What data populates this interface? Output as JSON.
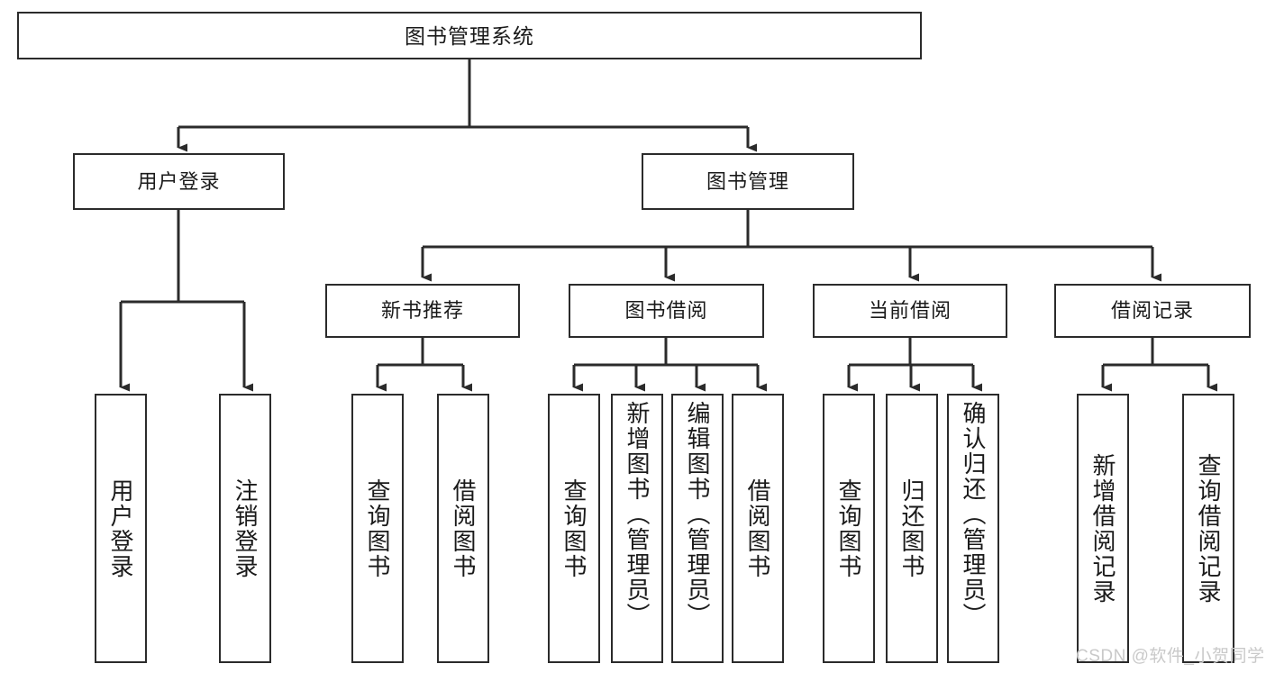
{
  "diagram": {
    "title": "图书管理系统",
    "type": "tree",
    "stroke_color": "#2b2b2b",
    "fill_color": "#ffffff",
    "text_color": "#1a1a1a",
    "watermark": "CSDN @软件_小贺同学",
    "watermark_color": "#c9c9c9"
  },
  "nodes": {
    "root": {
      "label": "图书管理系统"
    },
    "level1": [
      {
        "id": "user-login",
        "label": "用户登录"
      },
      {
        "id": "book-manage",
        "label": "图书管理"
      }
    ],
    "level2": [
      {
        "id": "new-book-recommend",
        "label": "新书推荐"
      },
      {
        "id": "book-borrow",
        "label": "图书借阅"
      },
      {
        "id": "current-borrow",
        "label": "当前借阅"
      },
      {
        "id": "borrow-record",
        "label": "借阅记录"
      }
    ],
    "leaves": {
      "user-login": [
        {
          "id": "leaf-user-login",
          "label": "用户登录"
        },
        {
          "id": "leaf-user-logout",
          "label": "注销登录"
        }
      ],
      "new-book-recommend": [
        {
          "id": "leaf-query-book-1",
          "label": "查询图书"
        },
        {
          "id": "leaf-borrow-book-1",
          "label": "借阅图书"
        }
      ],
      "book-borrow": [
        {
          "id": "leaf-query-book-2",
          "label": "查询图书"
        },
        {
          "id": "leaf-add-book",
          "label": "新增图书（管理员）"
        },
        {
          "id": "leaf-edit-book",
          "label": "编辑图书（管理员）"
        },
        {
          "id": "leaf-borrow-book-2",
          "label": "借阅图书"
        }
      ],
      "current-borrow": [
        {
          "id": "leaf-query-book-3",
          "label": "查询图书"
        },
        {
          "id": "leaf-return-book",
          "label": "归还图书"
        },
        {
          "id": "leaf-confirm-return",
          "label": "确认归还（管理员）"
        }
      ],
      "borrow-record": [
        {
          "id": "leaf-add-record",
          "label": "新增借阅记录"
        },
        {
          "id": "leaf-query-record",
          "label": "查询借阅记录"
        }
      ]
    }
  }
}
